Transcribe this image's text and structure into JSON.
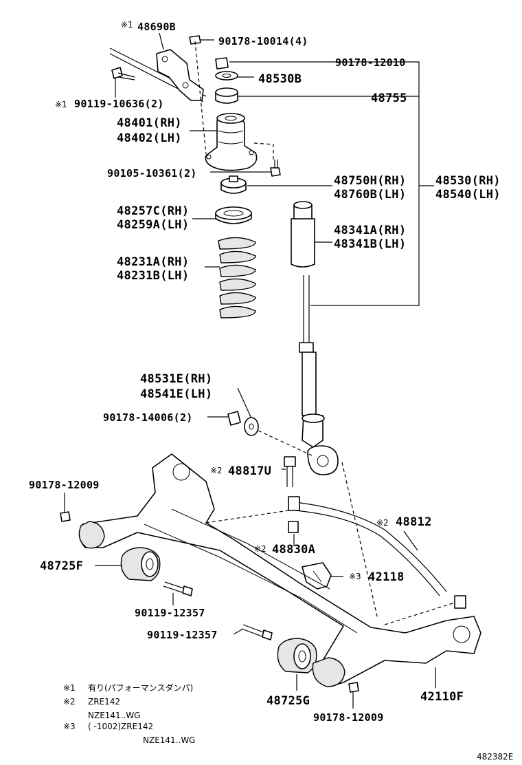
{
  "labels": {
    "p48690B": {
      "mark": "※1",
      "num": "48690B"
    },
    "p90178_10014": "90178-10014(4)",
    "p90178_12010": "90178-12010",
    "p48530B": "48530B",
    "p90119_10636": {
      "mark": "※1",
      "num": "90119-10636(2)"
    },
    "p48755": "48755",
    "p48401": "48401(RH)",
    "p48402": "48402(LH)",
    "p90105_10361": "90105-10361(2)",
    "p48750H": "48750H(RH)",
    "p48760B": "48760B(LH)",
    "p48530": "48530(RH)",
    "p48540": "48540(LH)",
    "p48257C": "48257C(RH)",
    "p48259A": "48259A(LH)",
    "p48341A": "48341A(RH)",
    "p48341B": "48341B(LH)",
    "p48231A_RH": "48231A(RH)",
    "p48231B_LH": "48231B(LH)",
    "p48531E": "48531E(RH)",
    "p48541E": "48541E(LH)",
    "p90178_14006": "90178-14006(2)",
    "p48817U": {
      "mark": "※2",
      "num": "48817U"
    },
    "p90178_12009a": "90178-12009",
    "p48812": {
      "mark": "※2",
      "num": "48812"
    },
    "p48830A": {
      "mark": "※2",
      "num": "48830A"
    },
    "p48725F": "48725F",
    "p42118": {
      "mark": "※3",
      "num": "42118"
    },
    "p90119_12357a": "90119-12357",
    "p90119_12357b": "90119-12357",
    "p48725G": "48725G",
    "p42110F": "42110F",
    "p90178_12009b": "90178-12009"
  },
  "notes": [
    {
      "mark": "※1",
      "text": "有り(パフォーマンスダンパ)"
    },
    {
      "mark": "※2",
      "text": "ZRE142"
    },
    {
      "mark": "",
      "text": "NZE141..WG"
    },
    {
      "mark": "※3",
      "text": "(      -1002)ZRE142"
    },
    {
      "mark": "",
      "text": "NZE141..WG"
    }
  ],
  "figure_id": "482382E"
}
